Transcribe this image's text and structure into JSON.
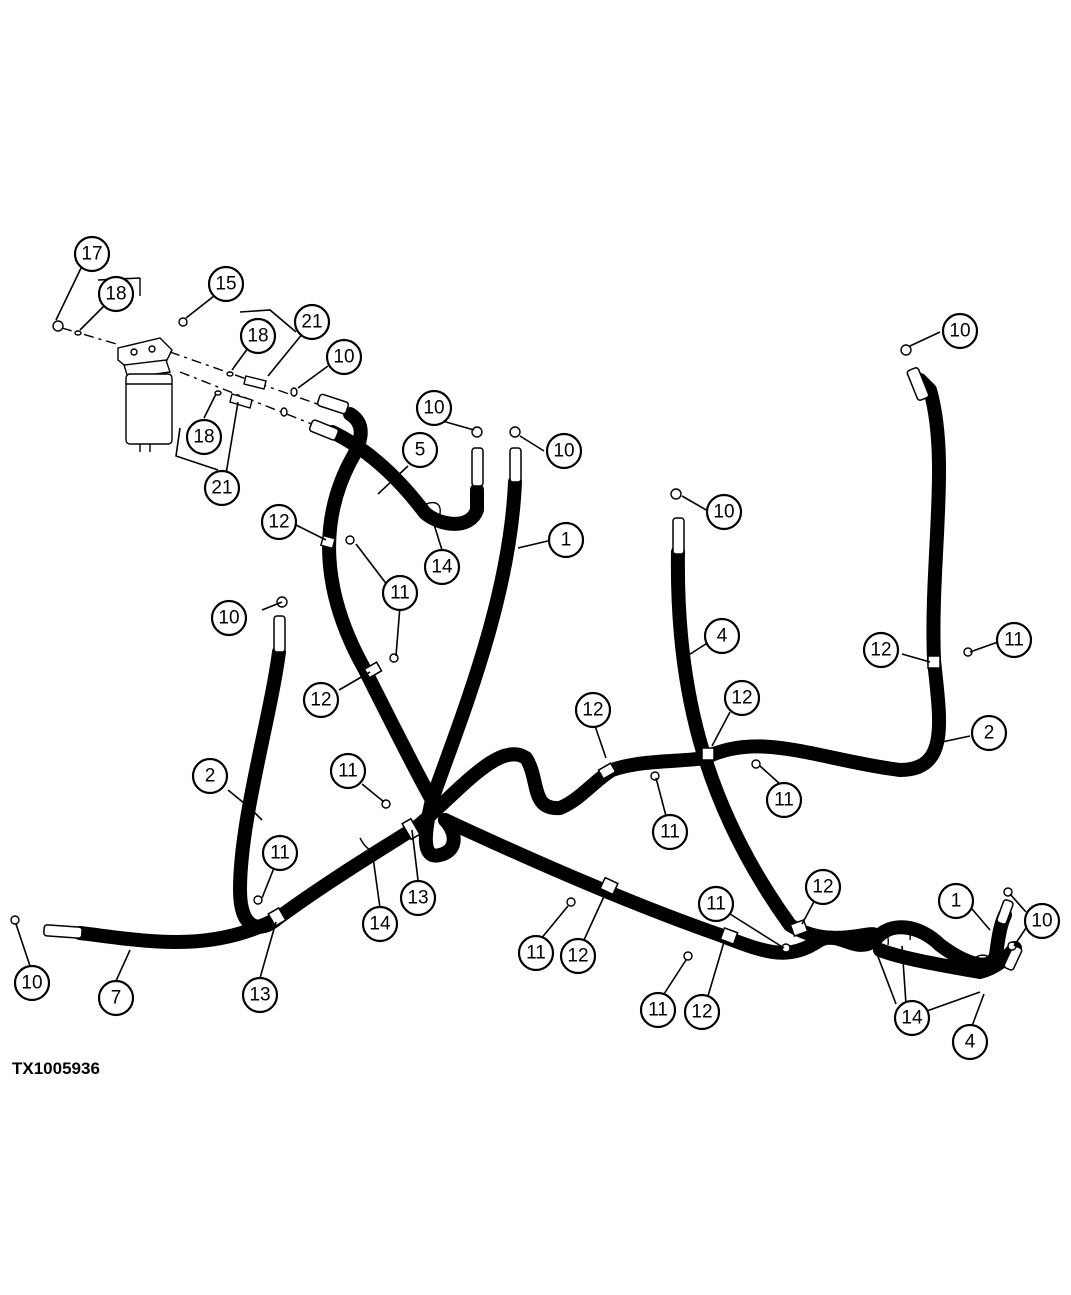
{
  "figure": {
    "id": "TX1005936"
  },
  "callouts": [
    {
      "label": "17"
    },
    {
      "label": "18"
    },
    {
      "label": "15"
    },
    {
      "label": "18"
    },
    {
      "label": "21"
    },
    {
      "label": "18"
    },
    {
      "label": "21"
    },
    {
      "label": "10"
    },
    {
      "label": "10"
    },
    {
      "label": "10"
    },
    {
      "label": "5"
    },
    {
      "label": "14"
    },
    {
      "label": "1"
    },
    {
      "label": "12"
    },
    {
      "label": "11"
    },
    {
      "label": "10"
    },
    {
      "label": "10"
    },
    {
      "label": "4"
    },
    {
      "label": "12"
    },
    {
      "label": "10"
    },
    {
      "label": "12"
    },
    {
      "label": "11"
    },
    {
      "label": "2"
    },
    {
      "label": "12"
    },
    {
      "label": "12"
    },
    {
      "label": "2"
    },
    {
      "label": "11"
    },
    {
      "label": "11"
    },
    {
      "label": "11"
    },
    {
      "label": "11"
    },
    {
      "label": "13"
    },
    {
      "label": "14"
    },
    {
      "label": "13"
    },
    {
      "label": "7"
    },
    {
      "label": "10"
    },
    {
      "label": "11"
    },
    {
      "label": "12"
    },
    {
      "label": "11"
    },
    {
      "label": "12"
    },
    {
      "label": "11"
    },
    {
      "label": "12"
    },
    {
      "label": "1"
    },
    {
      "label": "10"
    },
    {
      "label": "14"
    },
    {
      "label": "4"
    }
  ]
}
